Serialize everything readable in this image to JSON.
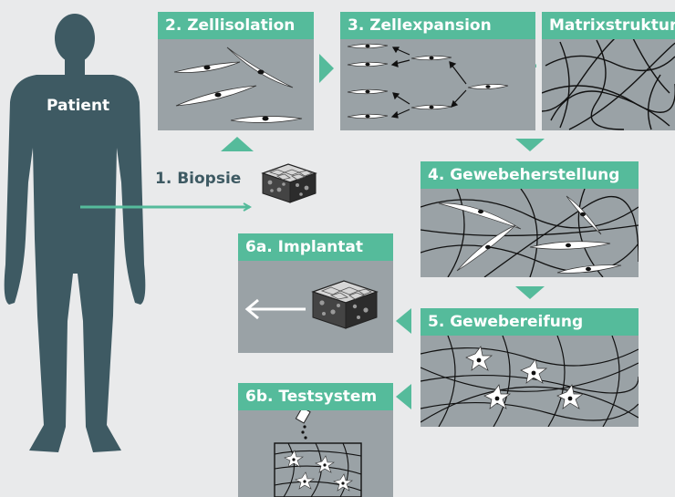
{
  "patient": {
    "label": "Patient"
  },
  "biopsy": {
    "label": "1. Biopsie"
  },
  "steps": {
    "isolation": "2. Zellisolation",
    "expansion": "3. Zellexpansion",
    "matrix": "Matrixstruktur",
    "fabrication": "4. Gewebeherstellung",
    "maturation": "5. Gewebereifung",
    "implant": "6a. Implantat",
    "testsystem": "6b. Testsystem"
  },
  "plus_sign": "+",
  "colors": {
    "accent": "#55bb9b",
    "panel": "#9aa2a6",
    "silhouette": "#3e5a63",
    "background": "#e9eaeb"
  }
}
